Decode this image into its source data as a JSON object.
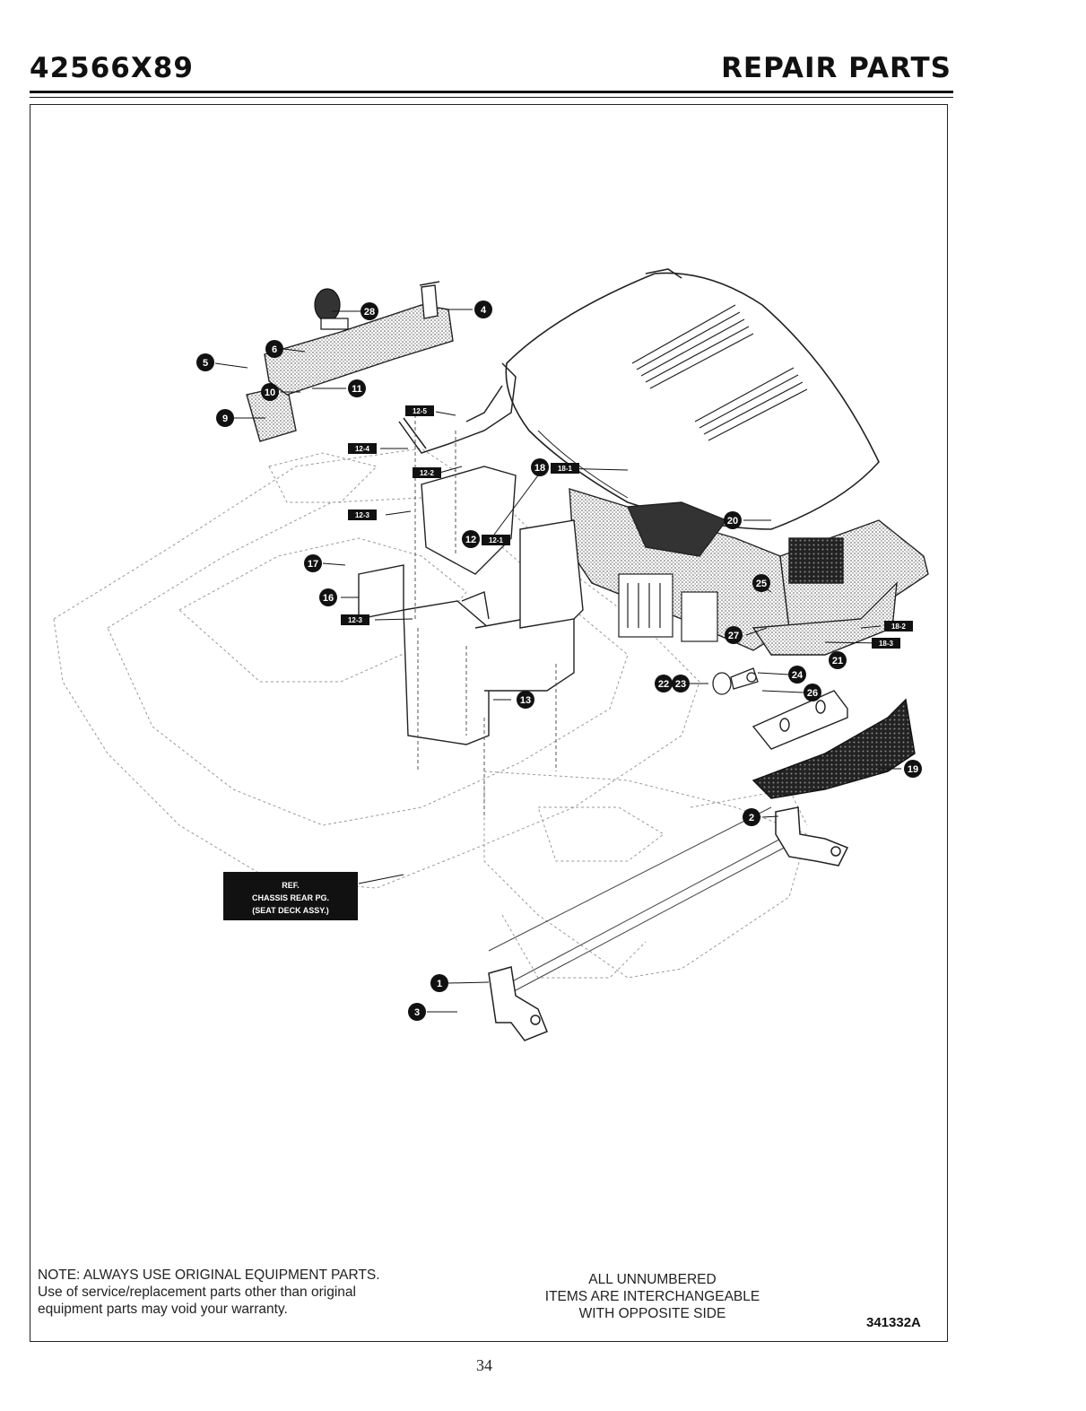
{
  "header": {
    "model": "42566X89",
    "section": "REPAIR PARTS"
  },
  "diagram": {
    "ref_label": [
      "REF.",
      "CHASSIS REAR PG.",
      "(SEAT DECK ASSY.)"
    ],
    "callouts": [
      "1",
      "2",
      "3",
      "4",
      "5",
      "6",
      "9",
      "10",
      "11",
      "12",
      "13",
      "16",
      "17",
      "18",
      "19",
      "20",
      "21",
      "22",
      "23",
      "24",
      "25",
      "26",
      "27",
      "28"
    ],
    "tags": [
      "12-1",
      "12-2",
      "12-3",
      "12-3",
      "12-4",
      "12-5",
      "18-1",
      "18-2",
      "18-3"
    ]
  },
  "footer": {
    "note_line1": "NOTE: ALWAYS USE ORIGINAL EQUIPMENT PARTS.",
    "note_line2": "Use of service/replacement parts other than original",
    "note_line3": "equipment parts may void your warranty.",
    "center_line1": "ALL UNNUMBERED",
    "center_line2": "ITEMS ARE INTERCHANGEABLE",
    "center_line3": "WITH OPPOSITE SIDE",
    "figure_number": "341332A",
    "page_number": "34"
  }
}
